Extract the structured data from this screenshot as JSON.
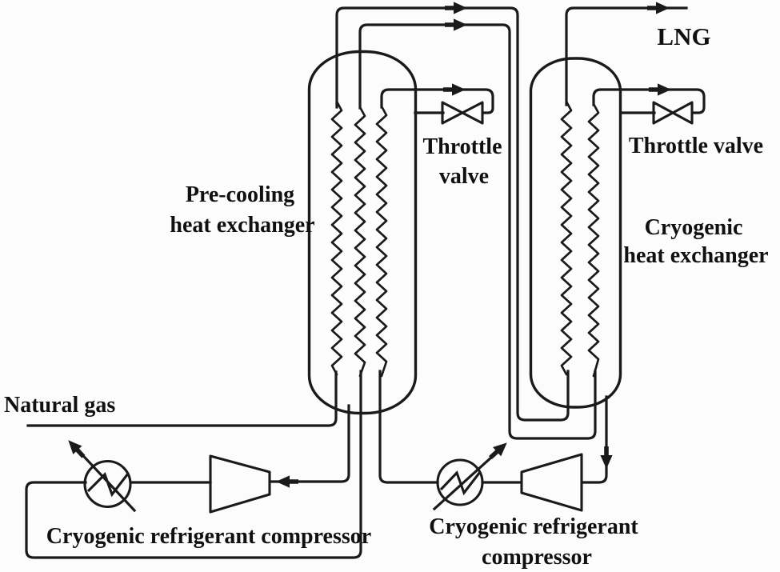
{
  "diagram": {
    "colors": {
      "background": "#fcfcfc",
      "line": "#1a1a1a",
      "text": "#101010"
    },
    "labels": {
      "lng": "LNG",
      "natural_gas": "Natural gas",
      "precooling_hx": [
        "Pre-cooling",
        "heat exchanger"
      ],
      "cryogenic_hx": [
        "Cryogenic",
        "heat exchanger"
      ],
      "throttle_valve_left": [
        "Throttle",
        "valve"
      ],
      "throttle_valve_right": "Throttle valve",
      "compressor_left": "Cryogenic refrigerant compressor",
      "compressor_right": [
        "Cryogenic refrigerant",
        "compressor"
      ]
    }
  }
}
